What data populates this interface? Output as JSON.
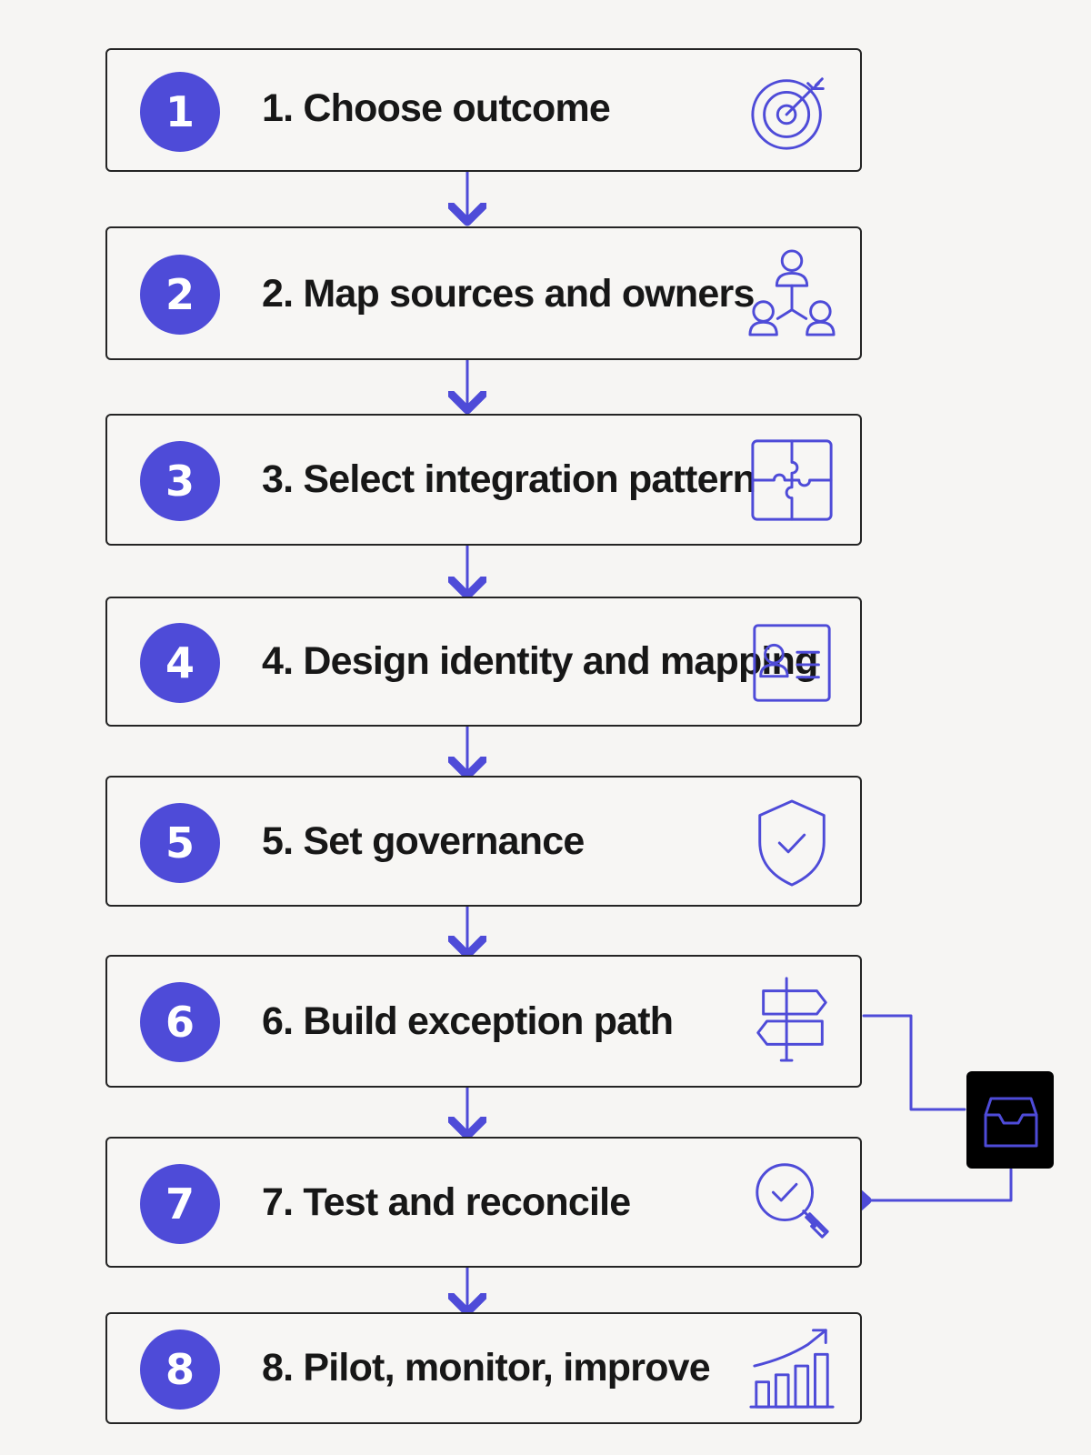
{
  "steps": [
    {
      "number": "1",
      "label": "1. Choose outcome",
      "icon": "target-icon"
    },
    {
      "number": "2",
      "label": "2. Map sources and owners",
      "icon": "people-network-icon"
    },
    {
      "number": "3",
      "label": "3. Select integration pattern",
      "icon": "puzzle-icon"
    },
    {
      "number": "4",
      "label": "4. Design identity and mapping",
      "icon": "id-card-icon"
    },
    {
      "number": "5",
      "label": "5. Set governance",
      "icon": "shield-check-icon"
    },
    {
      "number": "6",
      "label": "6. Build exception path",
      "icon": "signpost-icon"
    },
    {
      "number": "7",
      "label": "7. Test and reconcile",
      "icon": "magnifier-check-icon"
    },
    {
      "number": "8",
      "label": "8. Pilot, monitor, improve",
      "icon": "growth-chart-icon"
    }
  ],
  "side_node": {
    "icon": "inbox-icon"
  },
  "colors": {
    "accent": "#4e4bd8",
    "border": "#242424",
    "background": "#f6f5f3",
    "text": "#171717"
  }
}
